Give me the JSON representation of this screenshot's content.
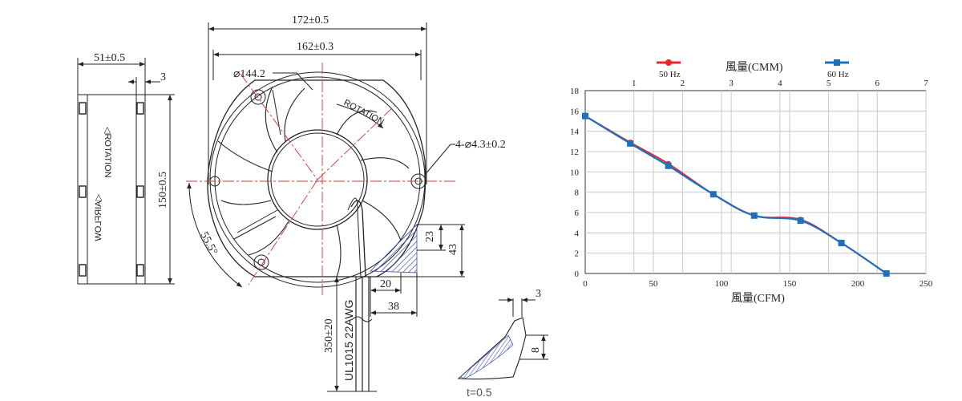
{
  "drawing": {
    "side_view": {
      "width_dim": "51±0.5",
      "flange_dim": "3",
      "height_dim": "150±0.5",
      "rotation_label": "◁ROTATION",
      "airflow_label": "◁AIRFLOW"
    },
    "front_view": {
      "overall_width_dim": "172±0.5",
      "hole_spacing_dim": "162±0.3",
      "diameter_dim": "⌀144.2",
      "mounting_holes_dim": "4-⌀4.3±0.2",
      "angle_dim": "55.5°",
      "rotation_label": "ROTATION",
      "dim_23": "23",
      "dim_43": "43",
      "dim_20": "20",
      "dim_38": "38",
      "lead_length_dim": "350±20",
      "lead_spec": "UL1015  22AWG"
    },
    "detail_view": {
      "dim_3": "3",
      "dim_8": "8",
      "thickness": "t=0.5"
    }
  },
  "chart_data": {
    "type": "line",
    "title": "",
    "xlabel": "風量(CFM)",
    "ylabel": "",
    "x2label": "風量(CMM)",
    "xlim": [
      0,
      250
    ],
    "ylim": [
      0,
      18
    ],
    "x2lim": [
      0,
      7
    ],
    "xticks": [
      0,
      50,
      100,
      150,
      200,
      250
    ],
    "yticks": [
      0,
      2,
      4,
      6,
      8,
      10,
      12,
      14,
      16,
      18
    ],
    "x2ticks": [
      1,
      2,
      3,
      4,
      5,
      6,
      7
    ],
    "grid": true,
    "legend_position": "top",
    "series": [
      {
        "name": "50 Hz",
        "color": "#e8262b",
        "marker": "circle",
        "points": [
          [
            0,
            15.5
          ],
          [
            33,
            12.9
          ],
          [
            61,
            10.8
          ],
          [
            94,
            7.8
          ],
          [
            124,
            5.7
          ],
          [
            158,
            5.3
          ],
          [
            188,
            3.0
          ],
          [
            221,
            0
          ]
        ]
      },
      {
        "name": "60 Hz",
        "color": "#1f6fbf",
        "marker": "square",
        "points": [
          [
            0,
            15.5
          ],
          [
            33,
            12.8
          ],
          [
            61,
            10.6
          ],
          [
            94,
            7.8
          ],
          [
            124,
            5.7
          ],
          [
            158,
            5.2
          ],
          [
            188,
            3.0
          ],
          [
            221,
            0
          ]
        ]
      }
    ]
  }
}
